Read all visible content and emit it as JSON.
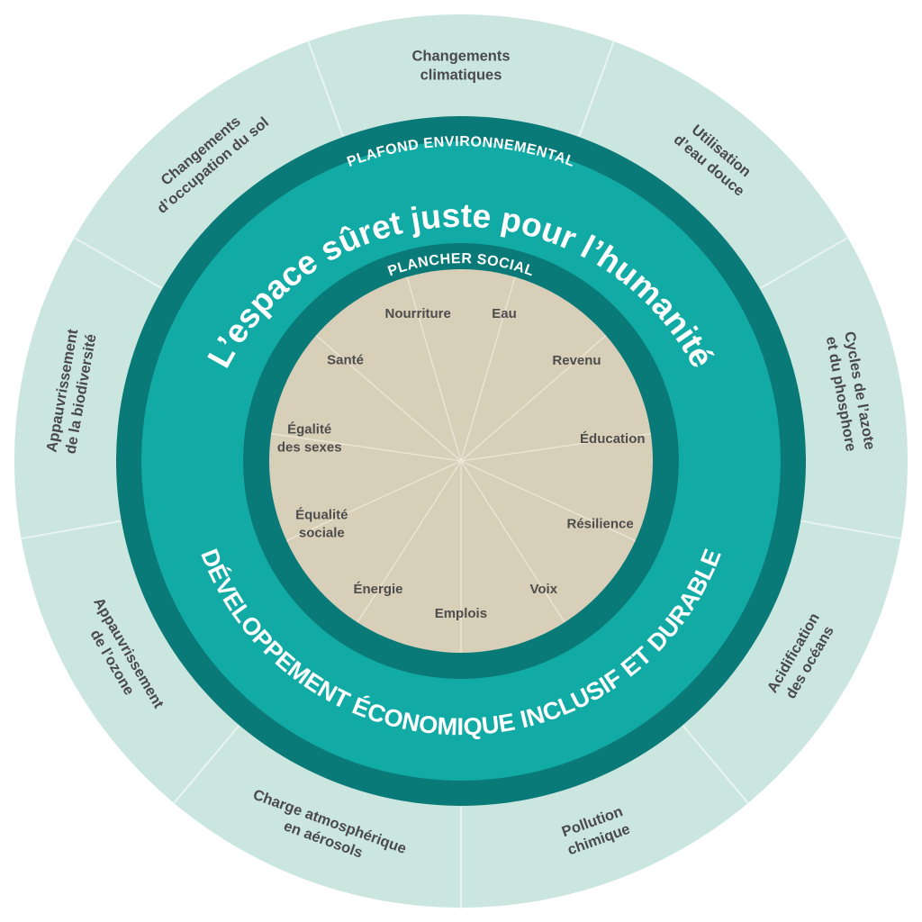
{
  "colors": {
    "outer_ring": "#cbe6df",
    "outer_divider": "#e8f4f1",
    "dark_ring": "#0a7a78",
    "teal_band": "#12aaa5",
    "core": "#d8cfb8",
    "core_divider": "#ece6d7",
    "label_text": "#4a4a4a",
    "title_text": "#ffffff"
  },
  "titles": {
    "ceiling": "PLAFOND ENVIRONNEMENTAL",
    "safe_space": "L’espace sûret juste pour l’humanité",
    "floor": "PLANCHER SOCIAL",
    "development": "DÉVELOPPEMENT ÉCONOMIQUE INCLUSIF ET DURABLE"
  },
  "environmental_ceiling": [
    "Changements\nclimatiques",
    "Utilisation\nd’eau douce",
    "Cycles de l’azote\net du phosphore",
    "Acidification\ndes océans",
    "Pollution\nchimique",
    "Charge atmosphérique\nen aérosols",
    "Appauvrissement\nde l’ozone",
    "Appauvrissement\nde la biodiversité",
    "Changements\nd’occupation du sol"
  ],
  "social_floor": [
    "Eau",
    "Revenu",
    "Éducation",
    "Résilience",
    "Voix",
    "Emplois",
    "Énergie",
    "Équalité\nsociale",
    "Égalité\ndes sexes",
    "Santé",
    "Nourriture"
  ]
}
